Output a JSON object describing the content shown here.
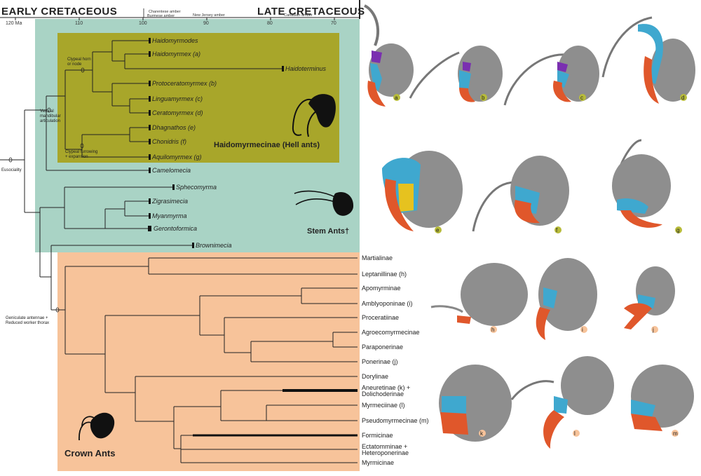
{
  "timescale": {
    "early_label": "EARLY CRETACEOUS",
    "late_label": "LATE CRETACEOUS",
    "ticks": [
      "120 Ma",
      "110",
      "100",
      "90",
      "80",
      "70"
    ],
    "ambers": [
      "Charentese amber",
      "Burmese amber",
      "New Jersey amber",
      "Canadian amber"
    ]
  },
  "node_labels": {
    "eusociality": "Eusociality",
    "vertical_1": "Vertical",
    "vertical_2": "mandibular",
    "vertical_3": "articulation",
    "clypeal_horn_1": "Clypeal horn",
    "clypeal_horn_2": "or node",
    "clypeal_furrow_1": "Clypeal furrowing",
    "clypeal_furrow_2": "+ expansion",
    "geniculate_1": "Geniculate antennae +",
    "geniculate_2": "Reduced worker thorax"
  },
  "groups": {
    "hell": "Haidomyrmecinae (Hell ants)",
    "stem": "Stem Ants†",
    "crown": "Crown Ants"
  },
  "hell_taxa": [
    "Haidomyrmodes",
    "Haidomyrmex (a)",
    "Haidoterminus",
    "Protoceratomyrmex (b)",
    "Linguamyrmex (c)",
    "Ceratomyrmex (d)",
    "Dhagnathos (e)",
    "Chonidris (f)",
    "Aquilomyrmex (g)"
  ],
  "stem_taxa": [
    "Camelomecia",
    "Sphecomyrma",
    "Zigrasimecia",
    "Myanmyrma",
    "Gerontoformica",
    "Brownimecia"
  ],
  "crown_taxa": [
    "Martialinae",
    "Leptanillinae (h)",
    "Apomyrminae",
    "Amblyoponinae (i)",
    "Proceratiinae",
    "Agroecomyrmecinae",
    "Paraponerinae",
    "Ponerinae (j)",
    "Dorylinae",
    "Aneuretinae (k) +",
    "Dolichoderinae",
    "Myrmeciinae (l)",
    "Pseudomyrmecinae (m)",
    "Formicinae",
    "Ectatomminae +",
    "Heteroponerinae",
    "Myrmicinae"
  ],
  "head_letters": [
    "a",
    "b",
    "c",
    "d",
    "e",
    "f",
    "g",
    "h",
    "i",
    "j",
    "k",
    "l",
    "m"
  ],
  "colors": {
    "hell_box": "#a8a62a",
    "stem_box": "#a9d3c5",
    "crown_box": "#f7c39a",
    "head_grey": "#8e8e8e",
    "mandible": "#e0572b",
    "clypeus": "#3fa8cf",
    "horn": "#7a2fb0",
    "label_circle": "#b7bb3a"
  }
}
